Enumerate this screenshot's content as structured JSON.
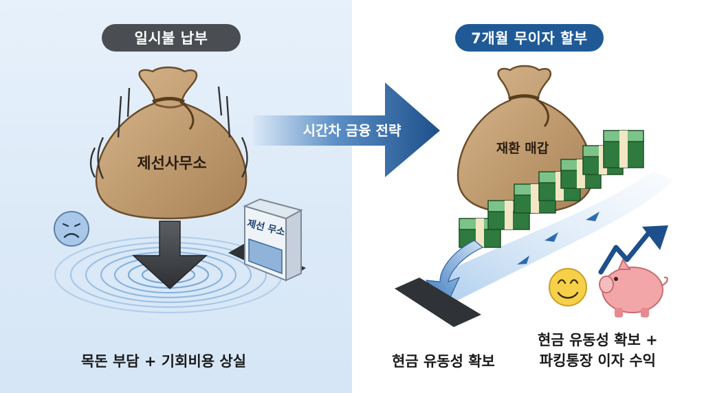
{
  "left": {
    "title": "일시불 납부",
    "bag_label": "제선사무소",
    "building_sign": "제선 무소",
    "caption": "목돈 부담 + 기회비용 상실"
  },
  "center": {
    "arrow_label": "시간차 금융 전략"
  },
  "right": {
    "title": "7개월 무이자 할부",
    "bag_label": "재환 매갑",
    "caption_cash": "현금 유동성 확보",
    "caption_combo_line1": "현금 유동성 확보 +",
    "caption_combo_line2": "파킹통장 이자 수익"
  },
  "colors": {
    "dark_pill": "#4a4d52",
    "blue_pill": "#1f5a96",
    "arrow_blue": "#2b6cb0",
    "bag_brown": "#c9a57a",
    "cash_green": "#3f8f4e",
    "sad_face": "#a9c7e8",
    "happy_face": "#f6d048",
    "piggy_pink": "#f3a6a8"
  },
  "icons": [
    "sad-face-icon",
    "happy-face-icon",
    "piggy-bank-icon",
    "trend-up-icon",
    "down-arrow-icon",
    "money-stack-icon"
  ]
}
